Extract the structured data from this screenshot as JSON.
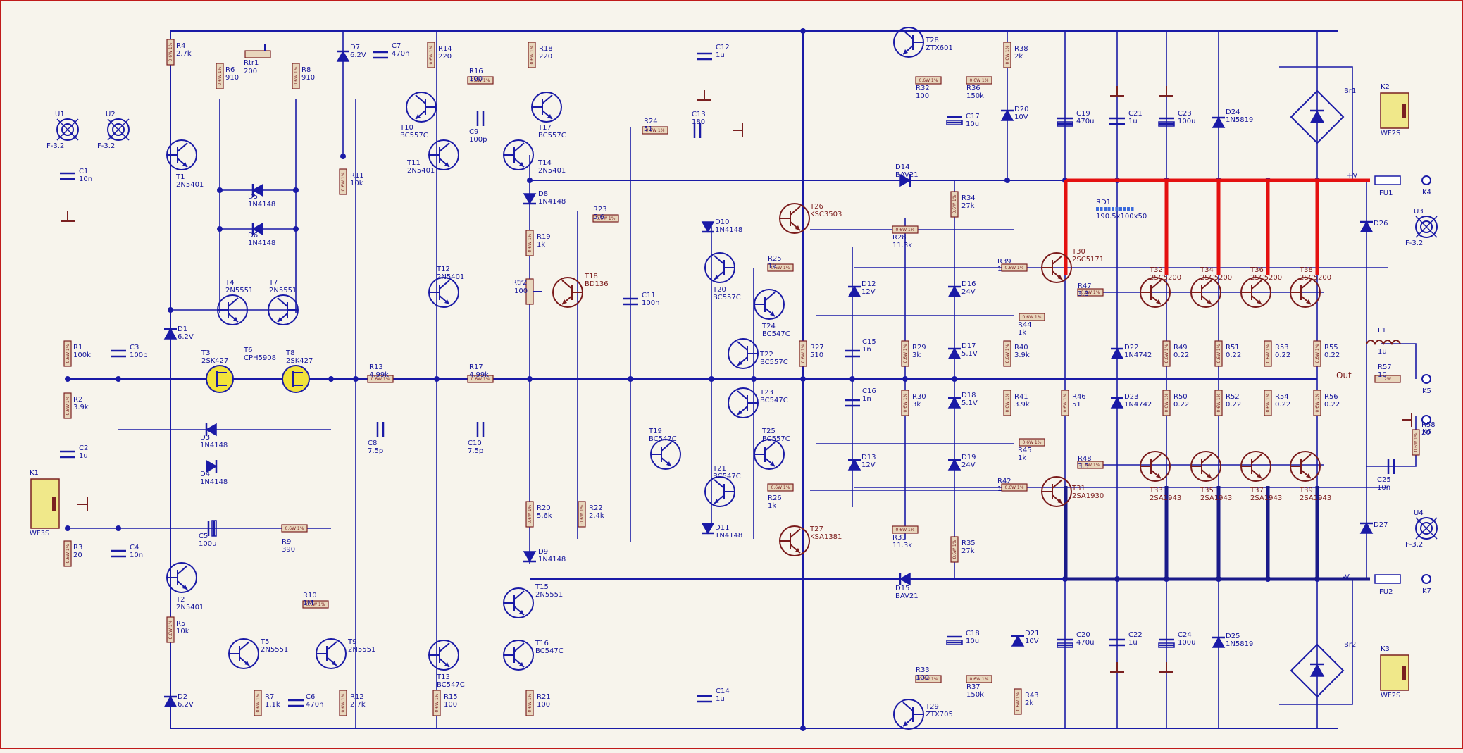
{
  "schematic": {
    "rail_labels": {
      "pos": "+V",
      "neg": "-V",
      "out": "Out"
    },
    "rd1": {
      "ref": "RD1",
      "value": "190.5x100x50"
    },
    "resistor_rating": "0.6W 1%",
    "resistor_rating_short": "2W",
    "resistors": [
      {
        "ref": "R1",
        "value": "100k"
      },
      {
        "ref": "R2",
        "value": "3.9k"
      },
      {
        "ref": "R3",
        "value": "20"
      },
      {
        "ref": "R4",
        "value": "2.7k"
      },
      {
        "ref": "R5",
        "value": "10k"
      },
      {
        "ref": "R6",
        "value": "910"
      },
      {
        "ref": "R7",
        "value": "1.1k"
      },
      {
        "ref": "R8",
        "value": "910"
      },
      {
        "ref": "R9",
        "value": "390"
      },
      {
        "ref": "R10",
        "value": "1M"
      },
      {
        "ref": "R11",
        "value": "10k"
      },
      {
        "ref": "R12",
        "value": "2.7k"
      },
      {
        "ref": "R13",
        "value": "4.99k"
      },
      {
        "ref": "R14",
        "value": "220"
      },
      {
        "ref": "R15",
        "value": "100"
      },
      {
        "ref": "R16",
        "value": "100"
      },
      {
        "ref": "R17",
        "value": "4.99k"
      },
      {
        "ref": "R18",
        "value": "220"
      },
      {
        "ref": "R19",
        "value": "1k"
      },
      {
        "ref": "R20",
        "value": "5.6k"
      },
      {
        "ref": "R21",
        "value": "100"
      },
      {
        "ref": "R22",
        "value": "2.4k"
      },
      {
        "ref": "R23",
        "value": "5.6"
      },
      {
        "ref": "R24",
        "value": "51"
      },
      {
        "ref": "R25",
        "value": "1k"
      },
      {
        "ref": "R26",
        "value": "1k"
      },
      {
        "ref": "R27",
        "value": "510"
      },
      {
        "ref": "R28",
        "value": "11.3k"
      },
      {
        "ref": "R29",
        "value": "3k"
      },
      {
        "ref": "R30",
        "value": "3k"
      },
      {
        "ref": "R31",
        "value": "11.3k"
      },
      {
        "ref": "R32",
        "value": "100"
      },
      {
        "ref": "R33",
        "value": "100"
      },
      {
        "ref": "R34",
        "value": "27k"
      },
      {
        "ref": "R35",
        "value": "27k"
      },
      {
        "ref": "R36",
        "value": "150k"
      },
      {
        "ref": "R37",
        "value": "150k"
      },
      {
        "ref": "R38",
        "value": "2k"
      },
      {
        "ref": "R39",
        "value": "1"
      },
      {
        "ref": "R40",
        "value": "3.9k"
      },
      {
        "ref": "R41",
        "value": "3.9k"
      },
      {
        "ref": "R42",
        "value": "1"
      },
      {
        "ref": "R43",
        "value": "2k"
      },
      {
        "ref": "R44",
        "value": "1k"
      },
      {
        "ref": "R45",
        "value": "1k"
      },
      {
        "ref": "R46",
        "value": "51"
      },
      {
        "ref": "R47",
        "value": "3.3"
      },
      {
        "ref": "R48",
        "value": "3.3"
      },
      {
        "ref": "R49",
        "value": "0.22"
      },
      {
        "ref": "R50",
        "value": "0.22"
      },
      {
        "ref": "R51",
        "value": "0.22"
      },
      {
        "ref": "R52",
        "value": "0.22"
      },
      {
        "ref": "R53",
        "value": "0.22"
      },
      {
        "ref": "R54",
        "value": "0.22"
      },
      {
        "ref": "R55",
        "value": "0.22"
      },
      {
        "ref": "R56",
        "value": "0.22"
      },
      {
        "ref": "R57",
        "value": "10"
      },
      {
        "ref": "R58",
        "value": "20"
      }
    ],
    "trimmers": [
      {
        "ref": "Rtr1",
        "value": "200"
      },
      {
        "ref": "Rtr2",
        "value": "100"
      }
    ],
    "capacitors": [
      {
        "ref": "C1",
        "value": "10n"
      },
      {
        "ref": "C2",
        "value": "1u"
      },
      {
        "ref": "C3",
        "value": "100p"
      },
      {
        "ref": "C4",
        "value": "10n"
      },
      {
        "ref": "C5",
        "value": "100u"
      },
      {
        "ref": "C6",
        "value": "470n"
      },
      {
        "ref": "C7",
        "value": "470n"
      },
      {
        "ref": "C8",
        "value": "7.5p"
      },
      {
        "ref": "C9",
        "value": "100p"
      },
      {
        "ref": "C10",
        "value": "7.5p"
      },
      {
        "ref": "C11",
        "value": "100n"
      },
      {
        "ref": "C12",
        "value": "1u"
      },
      {
        "ref": "C13",
        "value": "180"
      },
      {
        "ref": "C14",
        "value": "1u"
      },
      {
        "ref": "C15",
        "value": "1n"
      },
      {
        "ref": "C16",
        "value": "1n"
      },
      {
        "ref": "C17",
        "value": "10u"
      },
      {
        "ref": "C18",
        "value": "10u"
      },
      {
        "ref": "C19",
        "value": "470u"
      },
      {
        "ref": "C20",
        "value": "470u"
      },
      {
        "ref": "C21",
        "value": "1u"
      },
      {
        "ref": "C22",
        "value": "1u"
      },
      {
        "ref": "C23",
        "value": "100u"
      },
      {
        "ref": "C24",
        "value": "100u"
      },
      {
        "ref": "C25",
        "value": "10n"
      }
    ],
    "diodes": [
      {
        "ref": "D1",
        "value": "6.2V"
      },
      {
        "ref": "D2",
        "value": "6.2V"
      },
      {
        "ref": "D3",
        "value": "1N4148"
      },
      {
        "ref": "D4",
        "value": "1N4148"
      },
      {
        "ref": "D5",
        "value": "1N4148"
      },
      {
        "ref": "D6",
        "value": "1N4148"
      },
      {
        "ref": "D7",
        "value": "6.2V"
      },
      {
        "ref": "D8",
        "value": "1N4148"
      },
      {
        "ref": "D9",
        "value": "1N4148"
      },
      {
        "ref": "D10",
        "value": "1N4148"
      },
      {
        "ref": "D11",
        "value": "1N4148"
      },
      {
        "ref": "D12",
        "value": "12V"
      },
      {
        "ref": "D13",
        "value": "12V"
      },
      {
        "ref": "D14",
        "value": "BAV21"
      },
      {
        "ref": "D15",
        "value": "BAV21"
      },
      {
        "ref": "D16",
        "value": "24V"
      },
      {
        "ref": "D17",
        "value": "5.1V"
      },
      {
        "ref": "D18",
        "value": "5.1V"
      },
      {
        "ref": "D19",
        "value": "24V"
      },
      {
        "ref": "D20",
        "value": "10V"
      },
      {
        "ref": "D21",
        "value": "10V"
      },
      {
        "ref": "D22",
        "value": "1N4742"
      },
      {
        "ref": "D23",
        "value": "1N4742"
      },
      {
        "ref": "D24",
        "value": "1N5819"
      },
      {
        "ref": "D25",
        "value": "1N5819"
      },
      {
        "ref": "D26",
        "value": ""
      },
      {
        "ref": "D27",
        "value": ""
      }
    ],
    "transistors": [
      {
        "ref": "T1",
        "value": "2N5401"
      },
      {
        "ref": "T2",
        "value": "2N5401"
      },
      {
        "ref": "T3",
        "value": "2SK427"
      },
      {
        "ref": "T4",
        "value": "2N5551"
      },
      {
        "ref": "T5",
        "value": "2N5551"
      },
      {
        "ref": "T6",
        "value": "CPH5908"
      },
      {
        "ref": "T7",
        "value": "2N5551"
      },
      {
        "ref": "T8",
        "value": "2SK427"
      },
      {
        "ref": "T9",
        "value": "2N5551"
      },
      {
        "ref": "T10",
        "value": "BC557C"
      },
      {
        "ref": "T11",
        "value": "2N5401"
      },
      {
        "ref": "T12",
        "value": "2N5401"
      },
      {
        "ref": "T13",
        "value": "BC547C"
      },
      {
        "ref": "T14",
        "value": "2N5401"
      },
      {
        "ref": "T15",
        "value": "2N5551"
      },
      {
        "ref": "T16",
        "value": "BC547C"
      },
      {
        "ref": "T17",
        "value": "BC557C"
      },
      {
        "ref": "T18",
        "value": "BD136"
      },
      {
        "ref": "T19",
        "value": "BC547C"
      },
      {
        "ref": "T20",
        "value": "BC557C"
      },
      {
        "ref": "T21",
        "value": "BC547C"
      },
      {
        "ref": "T22",
        "value": "BC557C"
      },
      {
        "ref": "T23",
        "value": "BC547C"
      },
      {
        "ref": "T24",
        "value": "BC547C"
      },
      {
        "ref": "T25",
        "value": "BC557C"
      },
      {
        "ref": "T26",
        "value": "KSC3503"
      },
      {
        "ref": "T27",
        "value": "KSA1381"
      },
      {
        "ref": "T28",
        "value": "ZTX601"
      },
      {
        "ref": "T29",
        "value": "ZTX705"
      },
      {
        "ref": "T30",
        "value": "2SC5171"
      },
      {
        "ref": "T31",
        "value": "2SA1930"
      },
      {
        "ref": "T32",
        "value": "2SC5200"
      },
      {
        "ref": "T33",
        "value": "2SA1943"
      },
      {
        "ref": "T34",
        "value": "2SC5200"
      },
      {
        "ref": "T35",
        "value": "2SA1943"
      },
      {
        "ref": "T36",
        "value": "2SC5200"
      },
      {
        "ref": "T37",
        "value": "2SA1943"
      },
      {
        "ref": "T38",
        "value": "2SC5200"
      },
      {
        "ref": "T39",
        "value": "2SA1943"
      }
    ],
    "connectors": [
      {
        "ref": "K1",
        "value": "WF3S"
      },
      {
        "ref": "K2",
        "value": "WF2S"
      },
      {
        "ref": "K3",
        "value": "WF2S"
      },
      {
        "ref": "K4",
        "value": ""
      },
      {
        "ref": "K5",
        "value": ""
      },
      {
        "ref": "K6",
        "value": ""
      },
      {
        "ref": "K7",
        "value": ""
      }
    ],
    "mounting_holes": [
      {
        "ref": "U1",
        "value": "F-3.2"
      },
      {
        "ref": "U2",
        "value": "F-3.2"
      },
      {
        "ref": "U3",
        "value": "F-3.2"
      },
      {
        "ref": "U4",
        "value": "F-3.2"
      }
    ],
    "misc": [
      {
        "ref": "Br1",
        "value": ""
      },
      {
        "ref": "Br2",
        "value": ""
      },
      {
        "ref": "FU1",
        "value": ""
      },
      {
        "ref": "FU2",
        "value": ""
      },
      {
        "ref": "L1",
        "value": "1u"
      }
    ]
  }
}
